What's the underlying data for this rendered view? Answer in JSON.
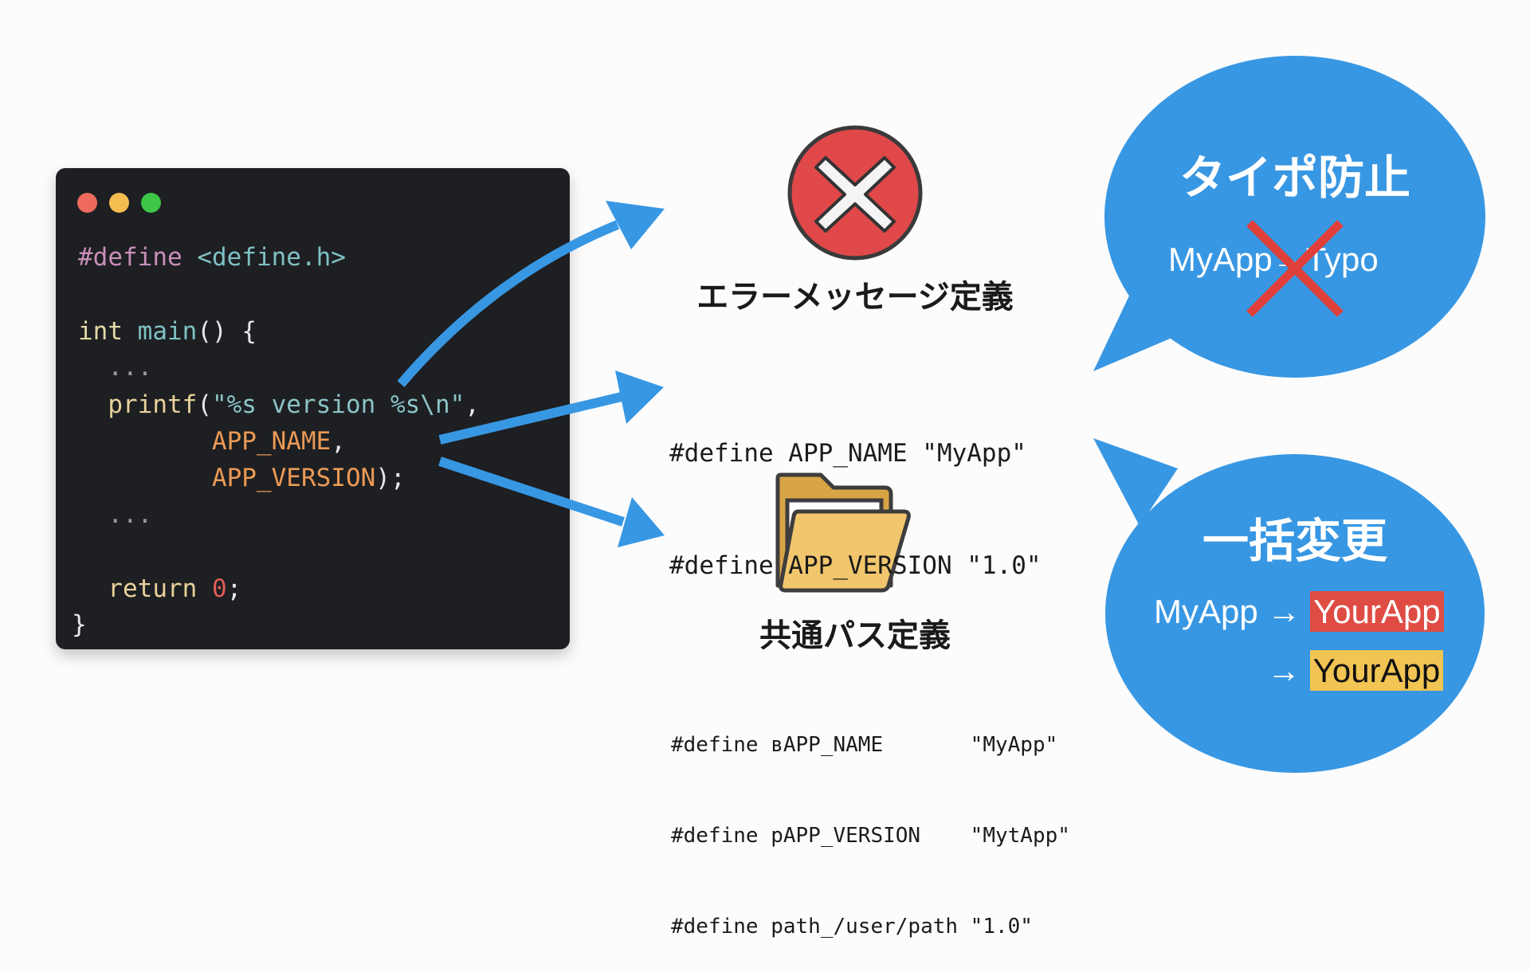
{
  "code_window": {
    "controls": [
      "close",
      "minimize",
      "maximize"
    ],
    "lines": [
      {
        "tokens": [
          {
            "t": "#define",
            "k": "pre"
          },
          {
            "t": " ",
            "k": "punc"
          },
          {
            "t": "<define.h>",
            "k": "inc"
          }
        ]
      },
      {
        "tokens": [
          {
            "t": "int",
            "k": "type"
          },
          {
            "t": " ",
            "k": "punc"
          },
          {
            "t": "main",
            "k": "fn"
          },
          {
            "t": "() {",
            "k": "punc"
          }
        ]
      },
      {
        "tokens": [
          {
            "t": "  ...",
            "k": "dim"
          }
        ]
      },
      {
        "tokens": [
          {
            "t": "  printf",
            "k": "kw"
          },
          {
            "t": "(",
            "k": "punc"
          },
          {
            "t": "\"%s version %s\\n\"",
            "k": "str"
          },
          {
            "t": ",",
            "k": "punc"
          }
        ]
      },
      {
        "tokens": [
          {
            "t": "         APP_NAME",
            "k": "macro"
          },
          {
            "t": ",",
            "k": "punc"
          }
        ]
      },
      {
        "tokens": [
          {
            "t": "         APP_VERSION",
            "k": "macro"
          },
          {
            "t": ");",
            "k": "punc"
          }
        ]
      },
      {
        "tokens": [
          {
            "t": "  ...",
            "k": "dim"
          }
        ]
      },
      {
        "tokens": [
          {
            "t": "  return",
            "k": "kw"
          },
          {
            "t": " ",
            "k": "punc"
          },
          {
            "t": "0",
            "k": "num"
          },
          {
            "t": ";",
            "k": "punc"
          }
        ]
      },
      {
        "tokens": [
          {
            "t": "}",
            "k": "punc"
          }
        ]
      }
    ]
  },
  "middle": {
    "error_section": {
      "icon": "error-x-circle-icon",
      "label": "エラーメッセージ定義"
    },
    "defines": [
      "#define APP_NAME \"MyApp\"",
      "#define APP_VERSION \"1.0\""
    ],
    "path_section": {
      "icon": "folder-open-icon",
      "label": "共通パス定義",
      "defines": [
        "#define вAPP_NAME       \"MyApp\"",
        "#define pAPP_VERSION    \"MytApp\"",
        "#define path_/user/path \"1.0\""
      ]
    }
  },
  "bubbles": {
    "typo": {
      "title": "タイポ防止",
      "text": "MyApp→Typo",
      "cross_icon": "red-cross-icon"
    },
    "bulk": {
      "title": "一括変更",
      "from": "MyApp",
      "arrow": "→",
      "to_1": "YourApp",
      "to_2": "YourApp"
    }
  },
  "colors": {
    "accent_blue": "#3897e3",
    "error_red": "#e0484a",
    "highlight_red": "#df4c44",
    "highlight_yellow": "#f1c453",
    "folder_yellow": "#f2c66d"
  }
}
